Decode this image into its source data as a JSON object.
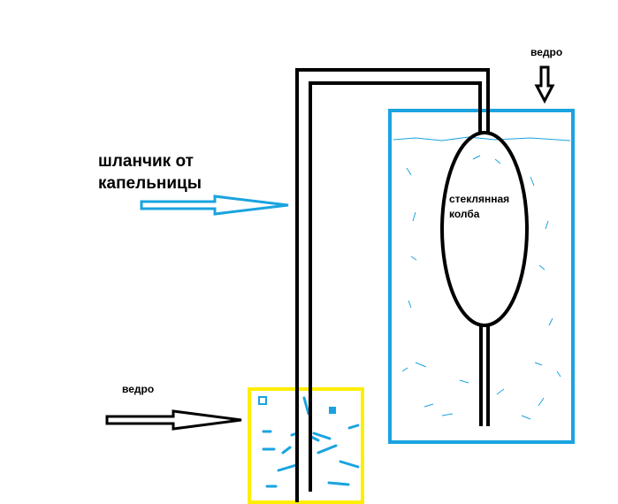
{
  "labels": {
    "tube": [
      "шланчик от",
      "капельницы"
    ],
    "bucket_top": "ведро",
    "bucket_bottom": "ведро",
    "flask": [
      "стеклянная",
      "колба"
    ]
  },
  "colors": {
    "water": "#1aa3e0",
    "bucket_small": "#ffee00",
    "line": "#000000"
  }
}
